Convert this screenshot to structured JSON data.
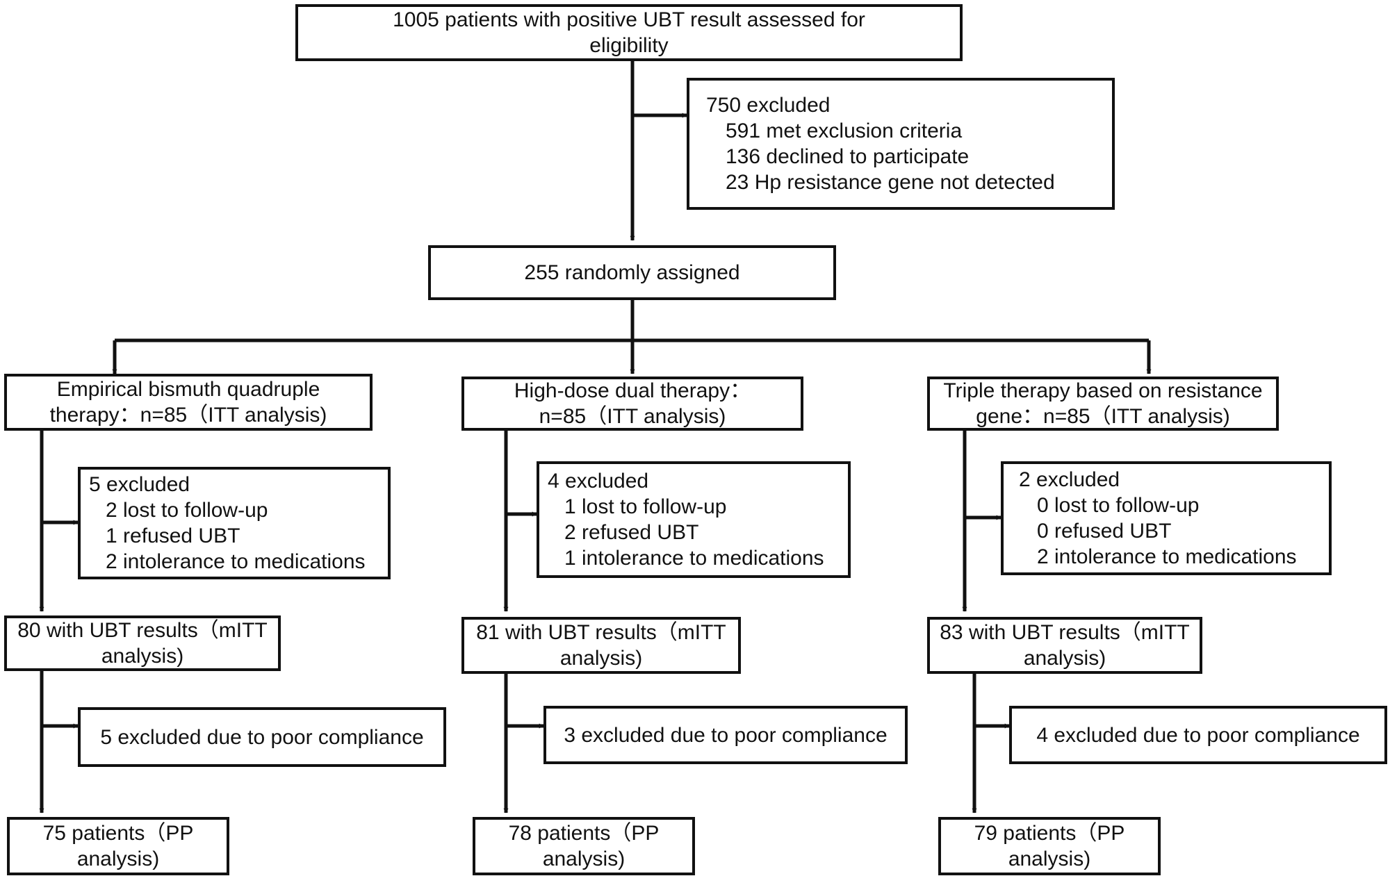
{
  "top": {
    "lines": [
      "1005 patients with positive UBT result assessed for",
      "eligibility"
    ]
  },
  "excluded_main": {
    "header": "750 excluded",
    "items": [
      "591 met exclusion criteria",
      "136 declined to participate",
      "23 Hp resistance gene not detected"
    ]
  },
  "randomized": "255 randomly assigned",
  "arms": [
    {
      "itt": [
        "Empirical bismuth quadruple",
        "therapy：n=85（ITT analysis)"
      ],
      "excluded": {
        "header": "5 excluded",
        "items": [
          "2 lost to follow-up",
          "1 refused UBT",
          "2 intolerance to medications"
        ]
      },
      "mitt": [
        "80 with UBT results（mITT",
        "analysis)"
      ],
      "compliance": "5 excluded due to poor compliance",
      "pp": [
        "75 patients（PP",
        "analysis)"
      ]
    },
    {
      "itt": [
        "High-dose dual therapy：",
        "n=85（ITT analysis)"
      ],
      "excluded": {
        "header": "4 excluded",
        "items": [
          "1 lost to follow-up",
          "2 refused UBT",
          "1 intolerance to medications"
        ]
      },
      "mitt": [
        "81 with UBT results（mITT",
        "analysis)"
      ],
      "compliance": "3 excluded due to poor compliance",
      "pp": [
        "78 patients（PP",
        "analysis)"
      ]
    },
    {
      "itt": [
        "Triple therapy based on resistance",
        "gene：n=85（ITT analysis)"
      ],
      "excluded": {
        "header": "2 excluded",
        "items": [
          "0 lost to follow-up",
          "0 refused UBT",
          "2 intolerance to medications"
        ]
      },
      "mitt": [
        "83 with UBT results（mITT",
        "analysis)"
      ],
      "compliance": "4 excluded due to poor compliance",
      "pp": [
        "79 patients（PP",
        "analysis)"
      ]
    }
  ]
}
